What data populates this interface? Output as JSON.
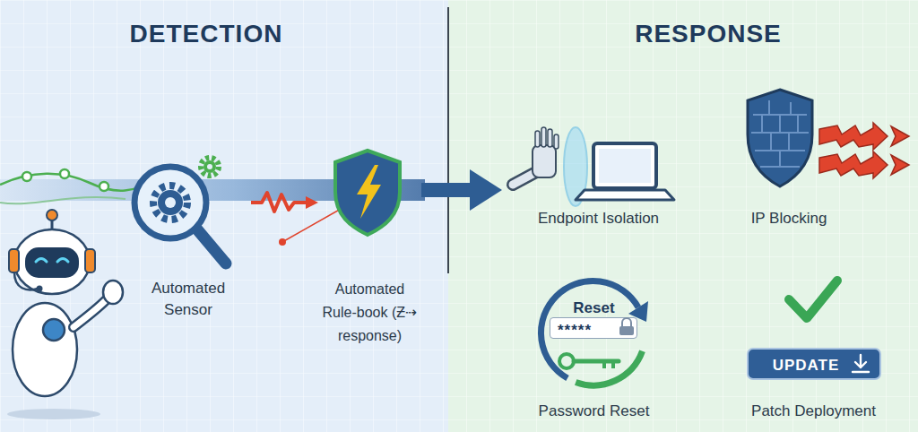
{
  "diagram": {
    "nodes": [
      {
        "text": [
          "DETECTION"
        ]
      },
      {
        "text": [
          "RESPONSE"
        ]
      },
      {
        "text": [
          "Automated Sensor"
        ],
        "in": 0
      },
      {
        "text": [
          "Automated Rule-book (Ƶ⇢ response)"
        ],
        "in": 0
      },
      {
        "text": [
          "Endpoint Isolation"
        ],
        "in": 1
      },
      {
        "text": [
          "IP Blocking"
        ],
        "in": 1
      },
      {
        "text": [
          "Reset",
          "Password Reset"
        ],
        "in": 1
      },
      {
        "text": [
          "*****"
        ],
        "in": 6
      },
      {
        "text": [
          "Patch Deployment"
        ],
        "in": 1
      },
      {
        "text": [
          "UPDATE"
        ],
        "in": 8
      }
    ],
    "edges": [
      {
        "from": 2,
        "to": 3,
        "arrow": "to"
      },
      {
        "from": 3,
        "to": 4,
        "arrow": "to"
      }
    ]
  }
}
